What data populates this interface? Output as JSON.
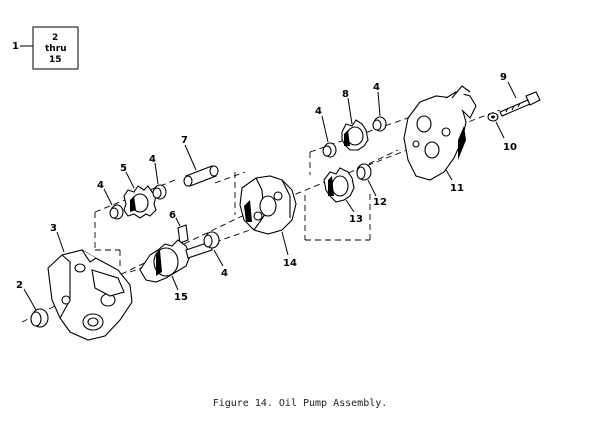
{
  "reference_box": {
    "lead": "1",
    "first": "2",
    "middle": "thru",
    "last": "15"
  },
  "callouts": [
    "2",
    "3",
    "4",
    "4",
    "4",
    "4",
    "4",
    "5",
    "6",
    "7",
    "8",
    "9",
    "10",
    "11",
    "12",
    "13",
    "14",
    "15"
  ],
  "caption": "Figure 14. Oil Pump Assembly."
}
